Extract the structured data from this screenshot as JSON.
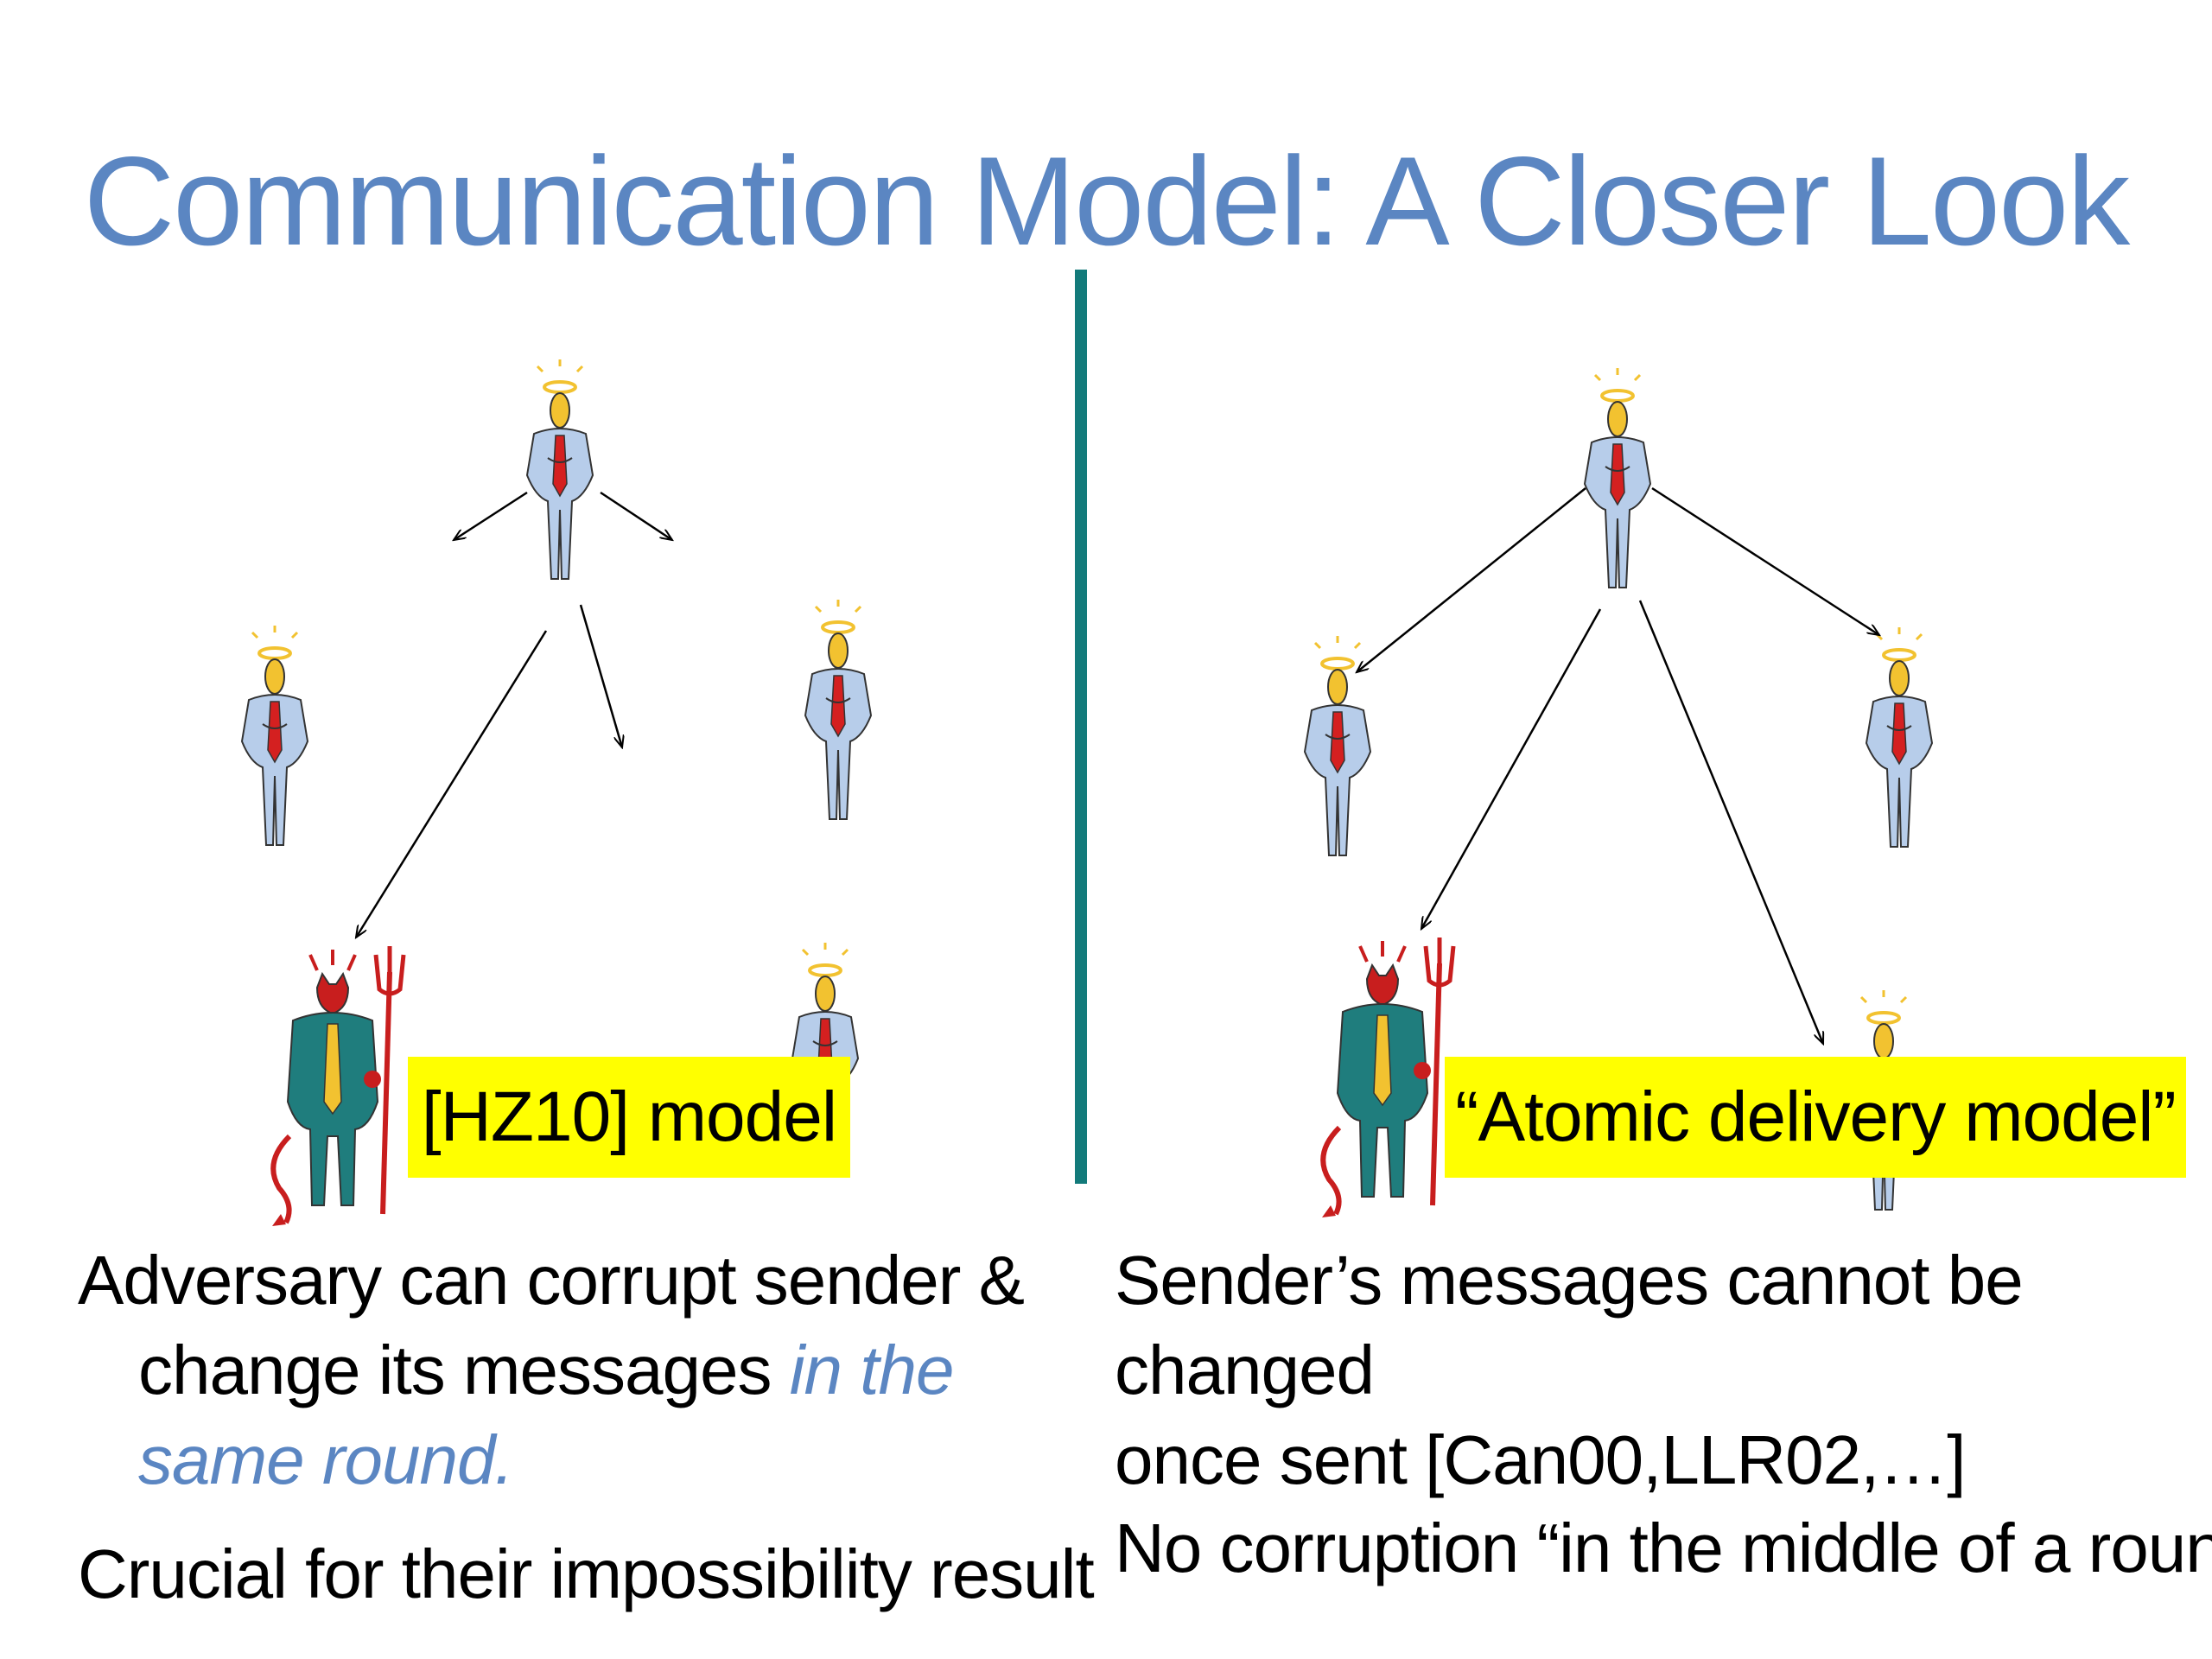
{
  "slide": {
    "title": "Communication Model: A Closer Look"
  },
  "left": {
    "label": "[HZ10] model",
    "para1_part1": "Adversary can corrupt sender &",
    "para1_part2": "change its messages ",
    "para1_emph_a": "in the",
    "para1_emph_b": "same round.",
    "para2": "Crucial for their impossibility result"
  },
  "right": {
    "label": "“Atomic delivery model”",
    "para1_line1": "Sender’s messages cannot be changed",
    "para1_line2": "once sent [Can00,LLR02,…]",
    "para2": "No corruption “in the middle of a round”"
  },
  "figures": {
    "honest_icon": "angel-figure-icon",
    "adversary_icon": "devil-figure-icon",
    "colors": {
      "title": "#5b86c2",
      "divider": "#137a7a",
      "label_bg": "#ffff00",
      "suit": "#b7cdea",
      "head": "#f2c230",
      "tie": "#d42020",
      "devil_suit": "#1f7d7d",
      "devil_red": "#c81e1e"
    }
  }
}
